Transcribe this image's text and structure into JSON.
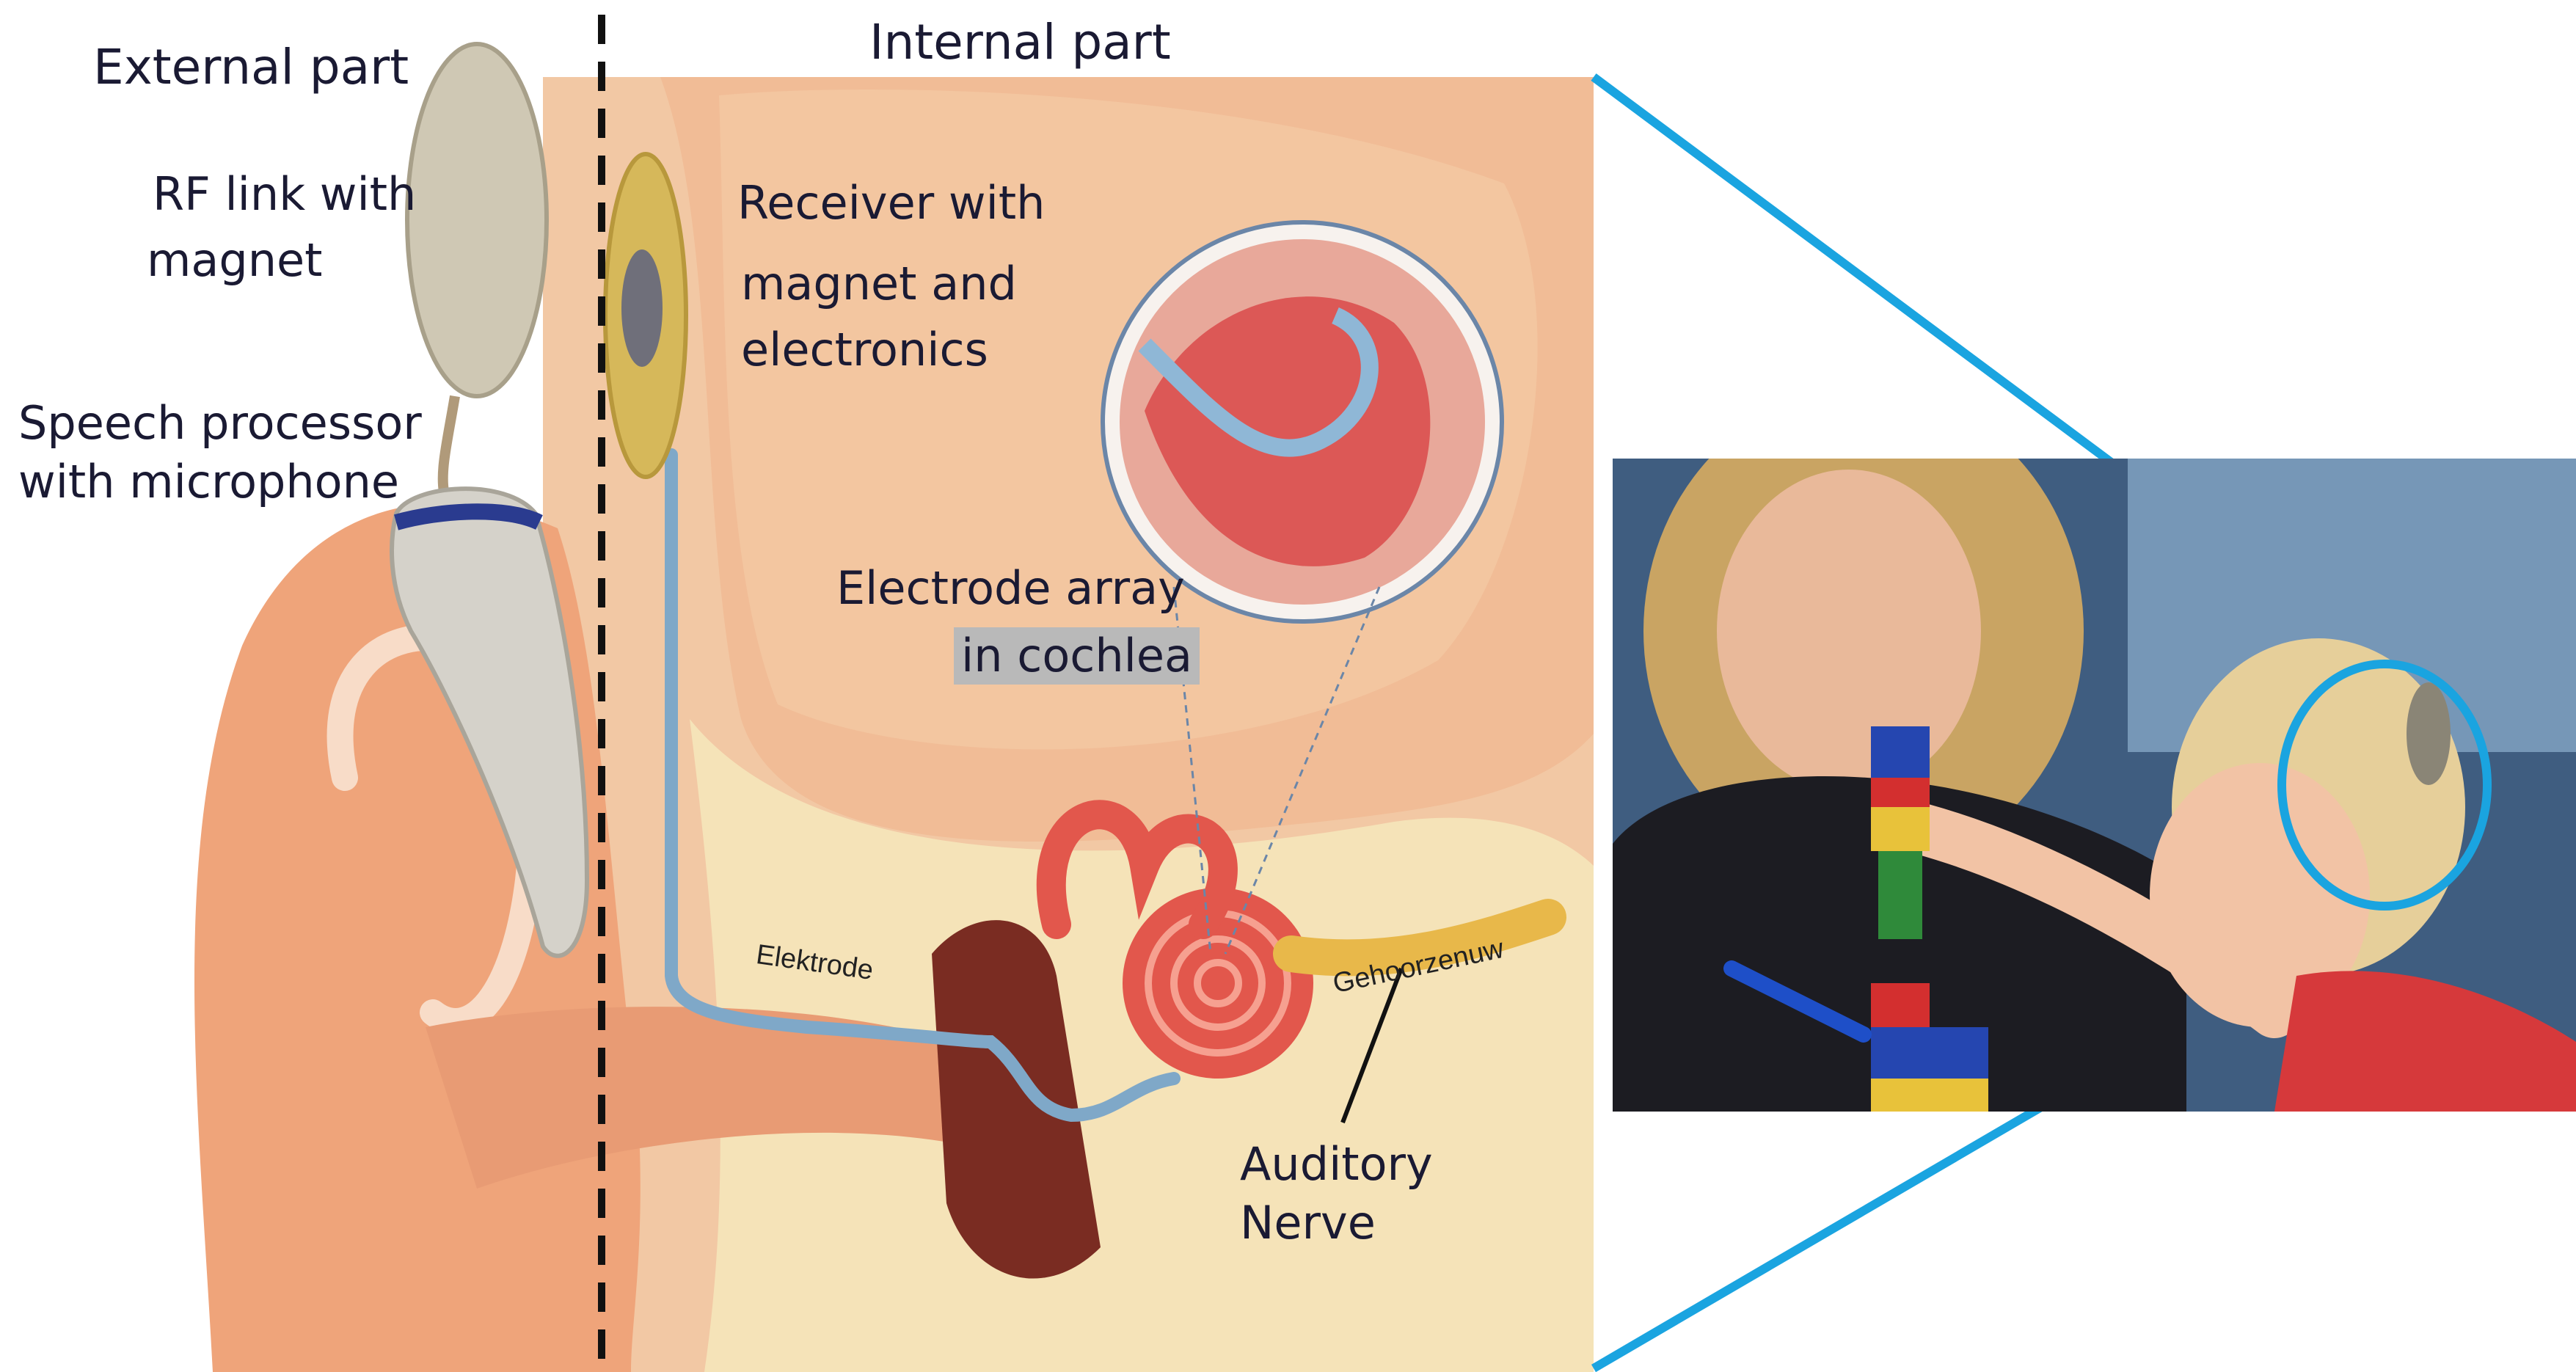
{
  "labels": {
    "external_part": "External part",
    "internal_part": "Internal part",
    "rf_link_line1": "RF link with",
    "rf_link_line2": "magnet",
    "speech_line1": "Speech processor",
    "speech_line2": "with microphone",
    "receiver_line1": "Receiver with",
    "receiver_line2": "magnet and",
    "receiver_line3": "electronics",
    "electrode_line1": "Electrode array",
    "electrode_line2": "in cochlea",
    "elektrode": "Elektrode",
    "gehoorzenuw": "Gehoorzenuw",
    "auditory_line1": "Auditory",
    "auditory_line2": "Nerve"
  },
  "colors": {
    "skin": "#f3c9a3",
    "skin_dark": "#e8a37a",
    "bone": "#f5e3b5",
    "callout_blue": "#1aa4e0",
    "cochlea": "#e2574c",
    "nerve": "#e8b84a",
    "lead_wire": "#9bbfd8"
  }
}
